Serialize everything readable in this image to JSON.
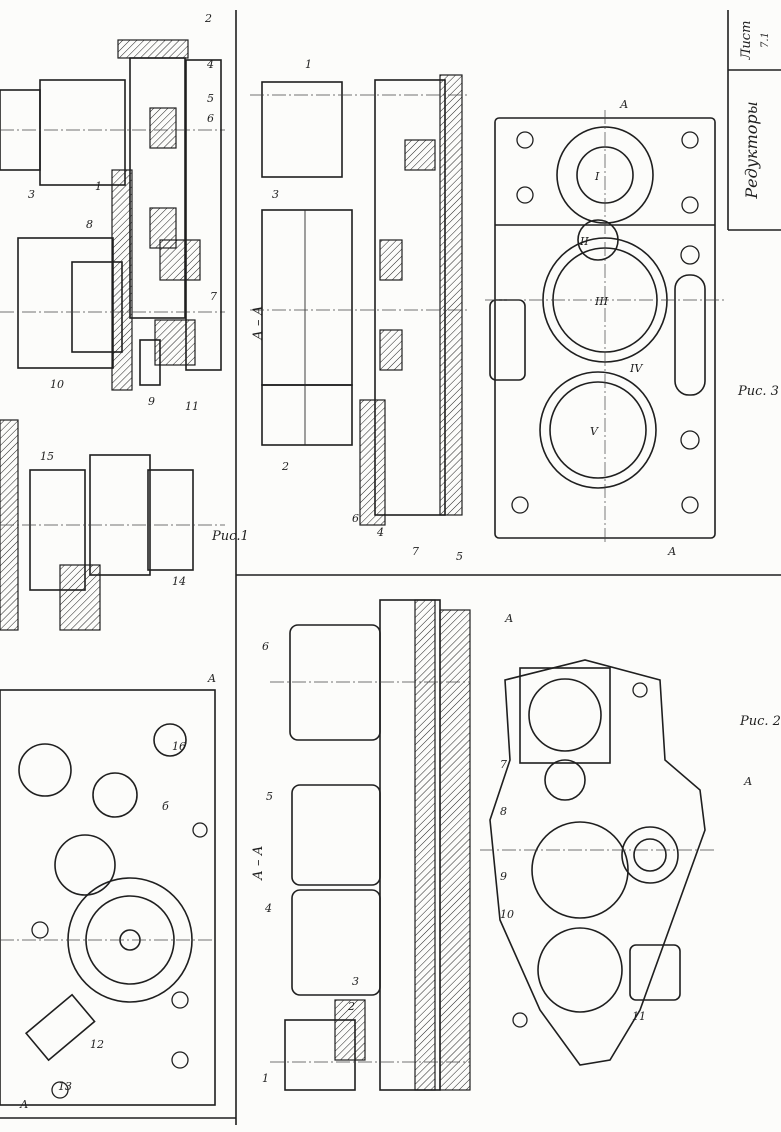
{
  "title_block": {
    "title": "Редукторы",
    "sheet_label": "Лист",
    "sheet_number": "7.1"
  },
  "figures": {
    "fig1": {
      "caption": "Рис.1",
      "callouts": [
        "1",
        "2",
        "3",
        "4",
        "5",
        "6",
        "7",
        "8",
        "9",
        "10",
        "11",
        "12",
        "13",
        "14",
        "15",
        "16"
      ],
      "view_marks": [
        "A",
        "А",
        "б"
      ]
    },
    "fig2": {
      "caption": "Рис. 2",
      "section_label": "А – А",
      "callouts": [
        "1",
        "2",
        "3",
        "4",
        "5",
        "6",
        "7",
        "8",
        "9",
        "10",
        "11"
      ],
      "view_marks": [
        "А",
        "А"
      ]
    },
    "fig3": {
      "caption": "Рис. 3",
      "section_label": "А – А",
      "callouts": [
        "1",
        "2",
        "3",
        "4",
        "5",
        "6",
        "7"
      ],
      "roman_labels": [
        "I",
        "II",
        "III",
        "IV",
        "V"
      ],
      "view_marks": [
        "А",
        "А"
      ]
    }
  }
}
